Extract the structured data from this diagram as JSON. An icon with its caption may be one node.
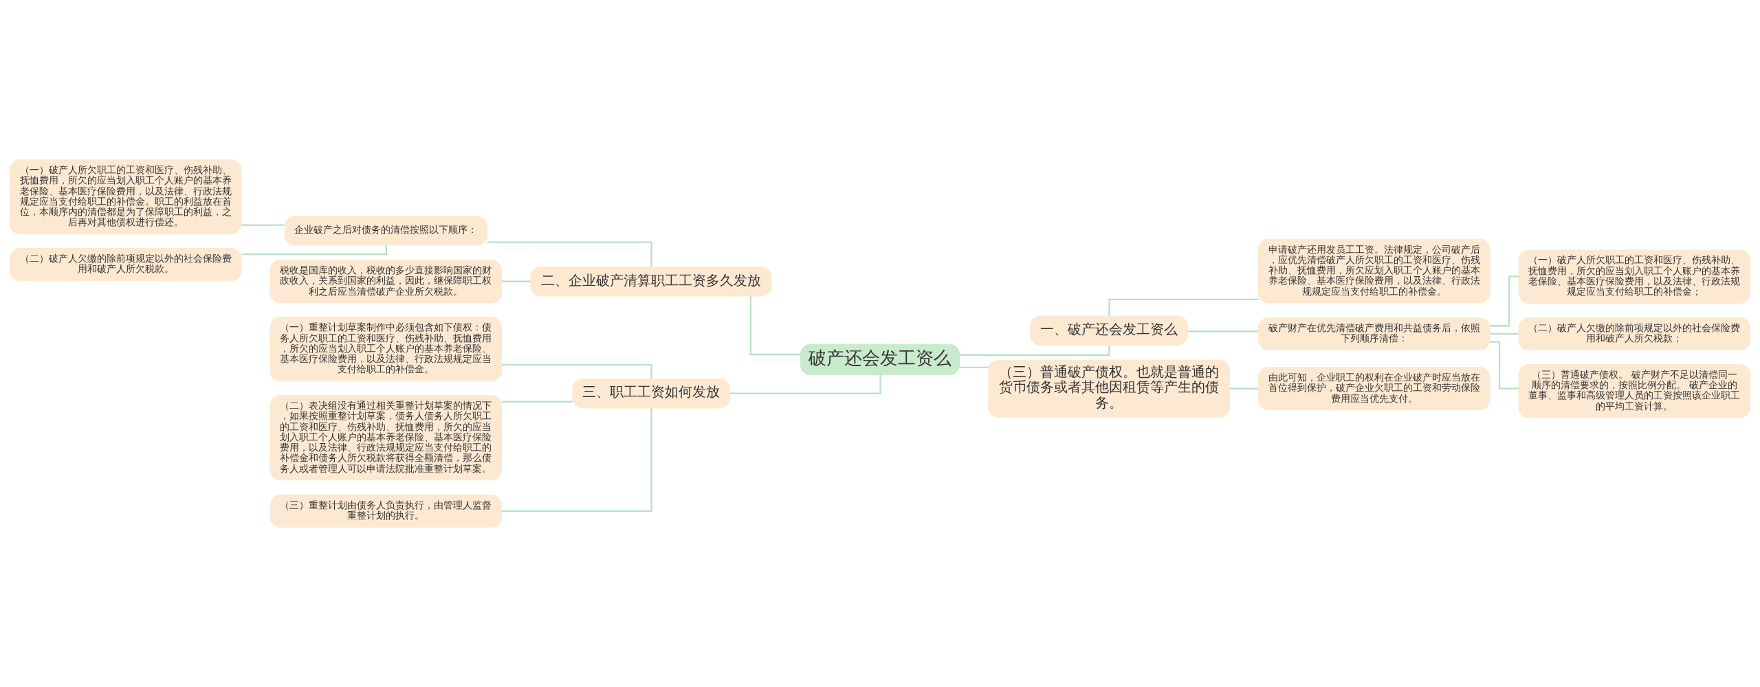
{
  "diagram": {
    "nodes": [
      {
        "text": [
          "破产还会发工资么"
        ]
      },
      {
        "text": [
          "一、破产还会发工资么"
        ]
      },
      {
        "text": [
          "申请破产还用发员工工资。法律规定，公司破产后，应优先清偿破产人所欠职工的工资和医疗、伤残补助、抚恤费用，所欠应划入职工个人账户的基本养老保险、基本医疗保险费用，以及法律、行政法规规定应当支付给职工的补偿金。"
        ]
      },
      {
        "text": [
          "破产财产在优先清偿破产费用和共益债务后，依照下列顺序清偿："
        ]
      },
      {
        "text": [
          "（一）破产人所欠职工的工资和医疗、伤残补助、抚恤费用，所欠的应当划入职工个人账户的基本养老保险、基本医疗保险费用，以及法律、行政法规规定应当支付给职工的补偿金；"
        ]
      },
      {
        "text": [
          "（二）破产人欠缴的除前项规定以外的社会保险费用和破产人所欠税款；"
        ]
      },
      {
        "text": [
          "（三）普通破产债权。 破产财产不足以清偿同一顺序的清偿要求的，按照比例分配。 破产企业的董事、监事和高级管理人员的工资按照该企业职工的平均工资计算。"
        ]
      },
      {
        "text": [
          "（三）普通破产债权。也就是普通的货币债务或者其他因租赁等产生的债务。"
        ]
      },
      {
        "text": [
          "由此可知，企业职工的权利在企业破产时应当放在首位得到保护，破产企业欠职工的工资和劳动保险费用应当优先支付。"
        ]
      },
      {
        "text": [
          "二、企业破产清算职工工资多久发放"
        ]
      },
      {
        "text": [
          "企业破产之后对债务的清偿按照以下顺序："
        ]
      },
      {
        "text": [
          "（一）破产人所欠职工的工资和医疗、伤残补助、抚恤费用，所欠的应当划入职工个人账户的基本养老保险、基本医疗保险费用，以及法律、行政法规规定应当支付给职工的补偿金。职工的利益放在首位，本顺序内的清偿都是为了保障职工的利益，之后再对其他债权进行偿还。"
        ]
      },
      {
        "text": [
          "（二）破产人欠缴的除前项规定以外的社会保险费用和破产人所欠税款。"
        ]
      },
      {
        "text": [
          "税收是国库的收入，税收的多少直接影响国家的财政收入，关系到国家的利益，因此，继保障职工权利之后应当清偿破产企业所欠税款。"
        ]
      },
      {
        "text": [
          "三、职工工资如何发放"
        ]
      },
      {
        "text": [
          "（一）重整计划草案制作中必须包含如下债权：债务人所欠职工的工资和医疗、伤残补助、抚恤费用，所欠的应当划入职工个人账户的基本养老保险、基本医疗保险费用，以及法律、行政法规规定应当支付给职工的补偿金。"
        ]
      },
      {
        "text": [
          "（二）表决组没有通过相关重整计划草案的情况下，如果按照重整计划草案，债务人债务人所欠职工的工资和医疗、伤残补助、抚恤费用，所欠的应当划入职工个人账户的基本养老保险、基本医疗保险费用，以及法律、行政法规规定应当支付给职工的补偿金和债务人所欠税款将获得全额清偿，那么债务人或者管理人可以申请法院批准重整计划草案。"
        ]
      },
      {
        "text": [
          "（三）重整计划由债务人负责执行，由管理人监督重整计划的执行。"
        ]
      }
    ],
    "edges": [
      {
        "from": 0,
        "to": 1,
        "arrow": "none"
      },
      {
        "from": 1,
        "to": 2,
        "arrow": "none"
      },
      {
        "from": 1,
        "to": 3,
        "arrow": "none"
      },
      {
        "from": 3,
        "to": 4,
        "arrow": "none"
      },
      {
        "from": 3,
        "to": 5,
        "arrow": "none"
      },
      {
        "from": 3,
        "to": 6,
        "arrow": "none"
      },
      {
        "from": 0,
        "to": 7,
        "arrow": "none"
      },
      {
        "from": 7,
        "to": 8,
        "arrow": "none"
      },
      {
        "from": 0,
        "to": 9,
        "arrow": "none"
      },
      {
        "from": 9,
        "to": 10,
        "arrow": "none"
      },
      {
        "from": 10,
        "to": 11,
        "arrow": "none"
      },
      {
        "from": 10,
        "to": 12,
        "arrow": "none"
      },
      {
        "from": 9,
        "to": 13,
        "arrow": "none"
      },
      {
        "from": 0,
        "to": 14,
        "arrow": "none"
      },
      {
        "from": 14,
        "to": 15,
        "arrow": "none"
      },
      {
        "from": 14,
        "to": 16,
        "arrow": "none"
      },
      {
        "from": 14,
        "to": 17,
        "arrow": "none"
      }
    ]
  }
}
